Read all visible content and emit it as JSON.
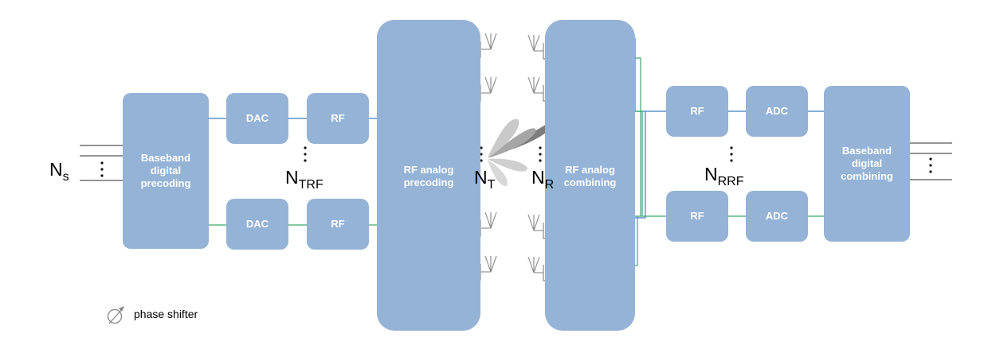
{
  "blocks": {
    "bb_precoding": "Baseband\ndigital\nprecoding",
    "dac_top": "DAC",
    "dac_bottom": "DAC",
    "rf_tx_top": "RF",
    "rf_tx_bottom": "RF",
    "rf_analog_precoding": "RF analog\nprecoding",
    "rf_analog_combining": "RF analog\ncombining",
    "rf_rx_top": "RF",
    "rf_rx_bottom": "RF",
    "adc_top": "ADC",
    "adc_bottom": "ADC",
    "bb_combining": "Baseband\ndigital\ncombining"
  },
  "symbols": {
    "ns_main": "N",
    "ns_sub": "s",
    "ntrf_main": "N",
    "ntrf_sub": "TRF",
    "nt_main": "N",
    "nt_sub": "T",
    "nr_main": "N",
    "nr_sub": "R",
    "nrrf_main": "N",
    "nrrf_sub": "RRF"
  },
  "legend": {
    "label": "phase shifter",
    "icon": "phase-shifter-icon"
  },
  "colors": {
    "block": "#94b3d6",
    "line_blue": "#3b7fc4",
    "line_green": "#3daa6a",
    "antenna": "#888888",
    "beam": "#808080"
  }
}
